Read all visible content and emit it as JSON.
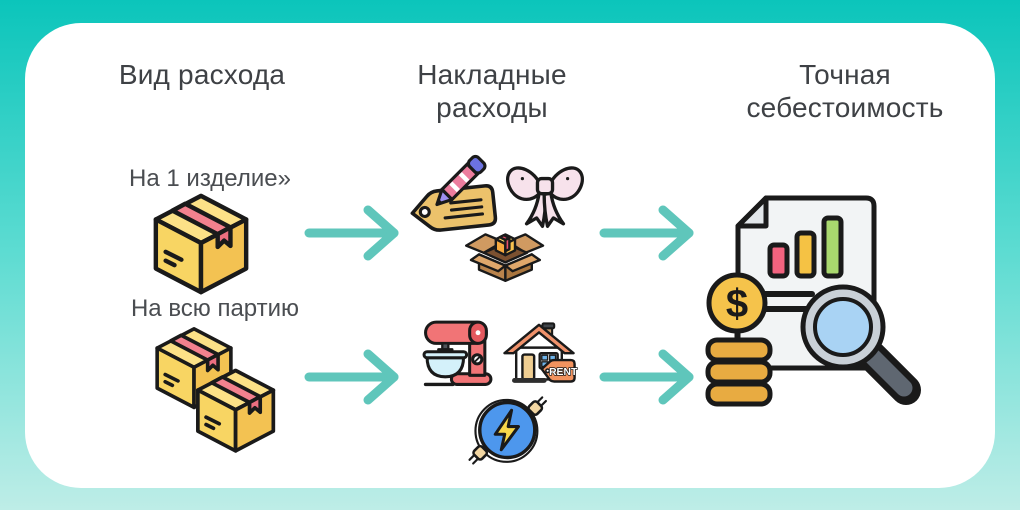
{
  "columns": {
    "expense_type": "Вид расхода",
    "overhead": "Накладные расходы",
    "exact_cost": "Точная себестоимость"
  },
  "rows": {
    "per_item": "На 1 изделие»",
    "whole_batch": "На всю партию"
  },
  "labels": {
    "rent_sign": "RENT",
    "coin_symbol": "$"
  },
  "icons": {
    "row1_source": "single-cardboard-box-icon",
    "row1_overhead": [
      "price-tag-pencil-icon",
      "gift-bow-icon",
      "open-box-icon"
    ],
    "row2_source": "stacked-cardboard-boxes-icon",
    "row2_overhead": [
      "stand-mixer-icon",
      "house-rent-icon",
      "electric-plug-icon"
    ],
    "result": "cost-analysis-document-icon",
    "arrow": "flow-arrow-icon"
  },
  "colors": {
    "background_top": "#0BC5BB",
    "background_bottom": "#BEEDE7",
    "card": "#FFFFFF",
    "arrow": "#5FC6BB",
    "title_text": "#3E4145",
    "label_text": "#4A4D51",
    "box_top": "#FCE187",
    "box_left": "#F8D563",
    "box_right": "#F3C252",
    "tape_pink": "#F3818E",
    "tape_pink_dark": "#EC6F80",
    "tag_gold": "#ECC26B",
    "pencil_pink": "#EC7D9E",
    "pencil_purple": "#6C72E0",
    "bow_pink": "#F7E2EB",
    "carton_brown": "#D09A61",
    "mixer_red": "#F17476",
    "bowl_cyan": "#D4F1FA",
    "roof_orange": "#F0926B",
    "rent_orange": "#F2935F",
    "window_blue": "#6FB4EA",
    "door_tan": "#EFCE92",
    "plug_blue": "#4D97ED",
    "bolt_yellow": "#F8D74A",
    "coin_gold": "#F5C34B",
    "stack_gold": "#E8AB41",
    "lens_blue": "#A9D3F4",
    "rim_gray": "#C9D0D7",
    "handle_gray": "#5F6771",
    "bar_pink": "#F2637F",
    "bar_yellow": "#F5C244",
    "bar_green": "#A9D86E",
    "paper": "#F2F4F5"
  }
}
